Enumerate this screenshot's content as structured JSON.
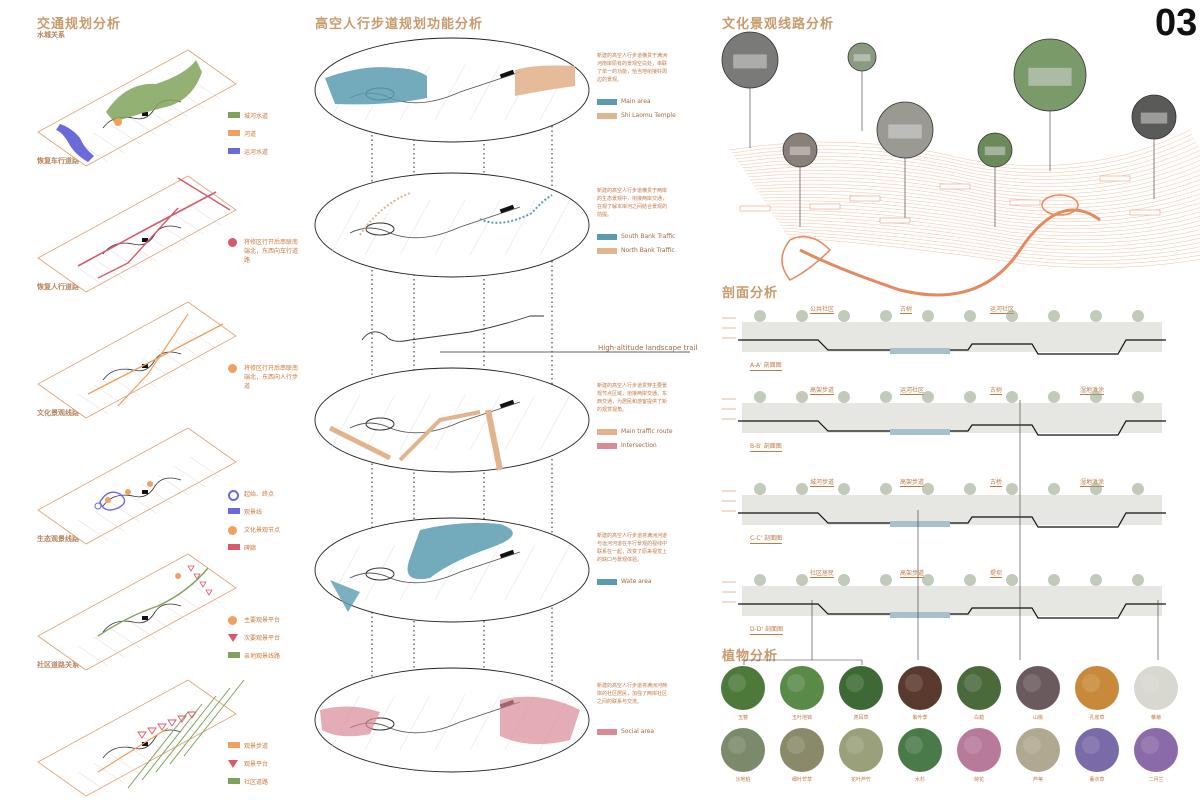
{
  "page_number": "03",
  "col1": {
    "title": "交通规划分析",
    "panels": [
      {
        "title": "水城关系",
        "legend": [
          {
            "label": "城河水道",
            "color": "#7fa35a",
            "shape": "rect"
          },
          {
            "label": "河道",
            "color": "#f0a060",
            "shape": "rect"
          },
          {
            "label": "运河水道",
            "color": "#6a6ad8",
            "shape": "rect"
          }
        ]
      },
      {
        "title": "恢复车行道路",
        "legend": [
          {
            "label": "将修区行开后串联南端北，东西向车行道路",
            "color": "#d85a6a",
            "shape": "dot"
          }
        ]
      },
      {
        "title": "恢复人行道路",
        "legend": [
          {
            "label": "将修区行开后串联南端北，东西向人行步道",
            "color": "#f0a060",
            "shape": "dot"
          }
        ]
      },
      {
        "title": "文化景观线路",
        "legend": [
          {
            "label": "起始、终点",
            "color": "#6a6ad8",
            "shape": "target"
          },
          {
            "label": "观景线",
            "color": "#6a6ad8",
            "shape": "rect"
          },
          {
            "label": "文化景观节点",
            "color": "#f0a060",
            "shape": "dot"
          },
          {
            "label": "碑廊",
            "color": "#d85a6a",
            "shape": "rect"
          }
        ]
      },
      {
        "title": "生态观景线路",
        "legend": [
          {
            "label": "主要观景平台",
            "color": "#f0a060",
            "shape": "dot"
          },
          {
            "label": "次要观景平台",
            "color": "#d85a6a",
            "shape": "tri"
          },
          {
            "label": "亲地观景线路",
            "color": "#7fa35a",
            "shape": "rect"
          }
        ]
      },
      {
        "title": "社区道路关系",
        "legend": [
          {
            "label": "观景步道",
            "color": "#f0a060",
            "shape": "rect"
          },
          {
            "label": "观景平台",
            "color": "#d85a6a",
            "shape": "tri"
          },
          {
            "label": "社区道路",
            "color": "#7fa35a",
            "shape": "rect"
          }
        ]
      }
    ]
  },
  "col2": {
    "title": "高空人行步道规划功能分析",
    "ellipses": [
      {
        "text": "新建的高空人行步道横贯于满洲河南岸原有的景观空白处，串联了单一的功能，恰当地衔接好周边的景观。",
        "legend": [
          {
            "label": "Main area",
            "color": "#5b9bb0"
          },
          {
            "label": "Shi Laomu Temple",
            "color": "#e2b48e"
          }
        ]
      },
      {
        "text": "新建的高空人行步道横贯于两岸的生态景观中，衔接两岸交通，在观了解本岸河之间结合景观的前提。",
        "legend": [
          {
            "label": "South Bank Traffic",
            "color": "#5b9bb0"
          },
          {
            "label": "North Bank Traffic",
            "color": "#e2b48e"
          }
        ]
      },
      {
        "text": "新建的高空人行步道贯穿主要景观节点区域，衔接两岸交通。东西交通，为居民和游客提供了新的观赏视角。",
        "legend": [
          {
            "label": "Main traffic route",
            "color": "#e2b48e"
          },
          {
            "label": "Intersection",
            "color": "#d98a96"
          }
        ]
      },
      {
        "text": "新建的高空人行步道将满洲河道与运河河道在平行景观的视线中联系在一起，改变了原来视觉上的缺口与景观体验。",
        "legend": [
          {
            "label": "Wate area",
            "color": "#5b9bb0"
          }
        ]
      },
      {
        "text": "新建的高空人行步道将满洲河两岸的社区居民，加强了两岸社区之间的联系与交流。",
        "legend": [
          {
            "label": "Social area",
            "color": "#d98a96"
          }
        ]
      }
    ],
    "trail_label": "High-altitude landscape trail"
  },
  "col3": {
    "title": "文化景观线路分析",
    "section_title": "剖面分析",
    "sections": [
      {
        "label": "A-A' 剖面图",
        "tags": [
          "公共社区",
          "古树",
          "运河社区"
        ]
      },
      {
        "label": "B-B' 剖面图",
        "tags": [
          "高架步道",
          "运河社区",
          "古树",
          "湿地滩涂"
        ]
      },
      {
        "label": "C-C' 剖面图",
        "tags": [
          "城河步道",
          "高架步道",
          "古桥",
          "湿地滩涂"
        ]
      },
      {
        "label": "D-D' 剖面图",
        "tags": [
          "社区居民",
          "高架步道",
          "堤坝"
        ]
      }
    ],
    "plant_title": "植物分析",
    "plants": [
      {
        "name": "玉簪",
        "color": "#4d7a3a"
      },
      {
        "name": "玉叶地锦",
        "color": "#5a8a48"
      },
      {
        "name": "虎耳草",
        "color": "#3d6a34"
      },
      {
        "name": "紫叶李",
        "color": "#5a3a2e"
      },
      {
        "name": "白蜡",
        "color": "#4a6a3c"
      },
      {
        "name": "山桃",
        "color": "#6a5a5e"
      },
      {
        "name": "孔雀草",
        "color": "#c88a3a"
      },
      {
        "name": "雏菊",
        "color": "#d8d8d0"
      },
      {
        "name": "沙地柏",
        "color": "#7a8a6a"
      },
      {
        "name": "细叶芒草",
        "color": "#8a8a6a"
      },
      {
        "name": "花叶芦竹",
        "color": "#9aa07a"
      },
      {
        "name": "水杉",
        "color": "#4a7a4a"
      },
      {
        "name": "荷花",
        "color": "#b87a9a"
      },
      {
        "name": "芦苇",
        "color": "#b0a890"
      },
      {
        "name": "薰衣草",
        "color": "#7a6aa8"
      },
      {
        "name": "二月兰",
        "color": "#8a6aa8"
      }
    ]
  }
}
